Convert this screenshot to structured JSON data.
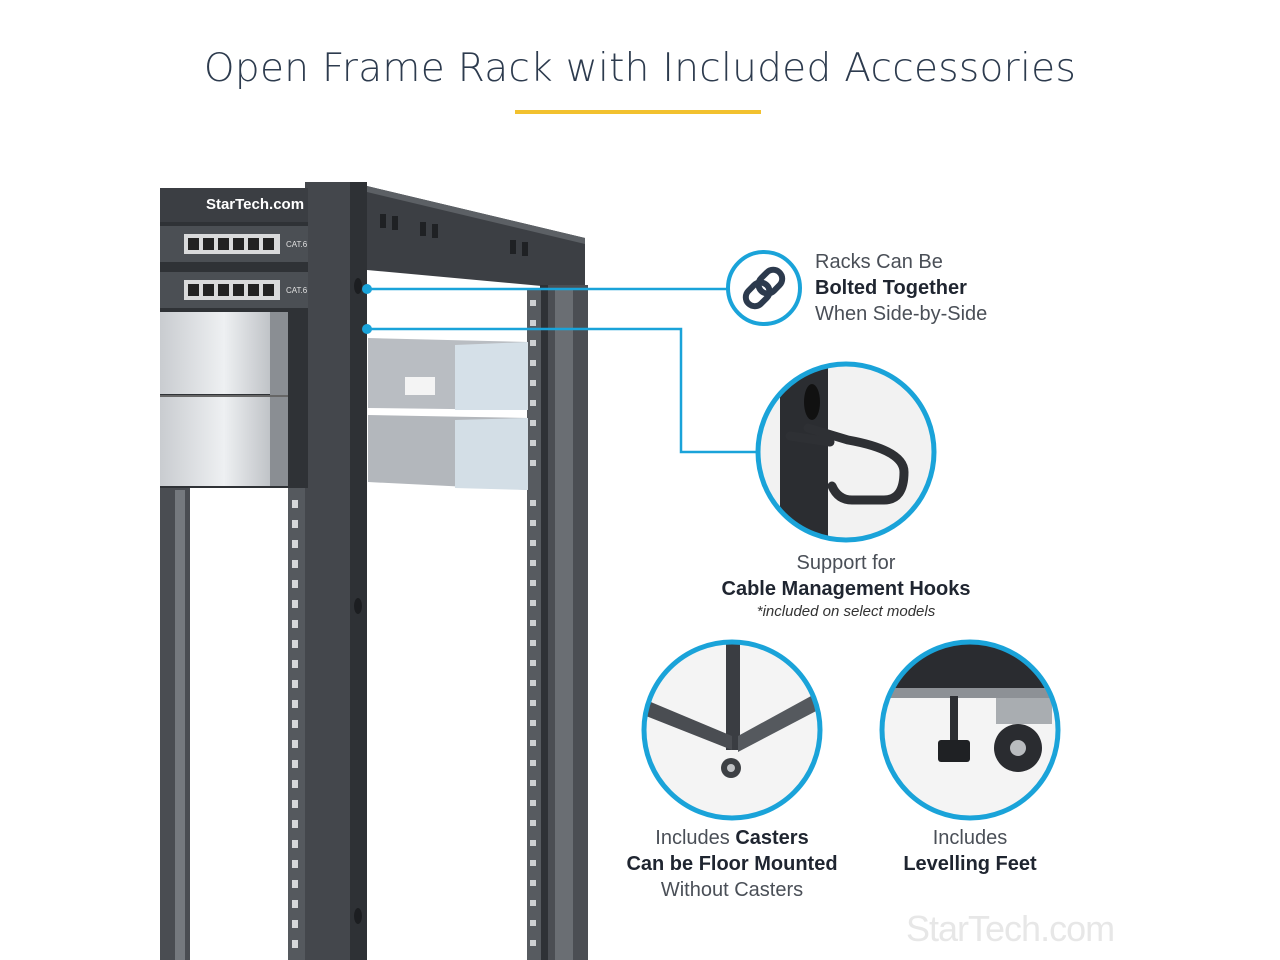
{
  "title": "Open Frame Rack with Included Accessories",
  "brand": "StarTech.com",
  "panel_label": "CAT.6",
  "callouts": {
    "bolted": {
      "line1": "Racks Can Be",
      "line2": "Bolted Together",
      "line3": "When Side-by-Side",
      "icon": "link-icon"
    },
    "hooks": {
      "line1": "Support for",
      "line2": "Cable Management Hooks",
      "note": "*included on select models"
    },
    "casters": {
      "prefix": "Includes ",
      "emph": "Casters",
      "line2": "Can be Floor Mounted",
      "line3": "Without Casters"
    },
    "feet": {
      "line1": "Includes",
      "line2": "Levelling Feet"
    }
  },
  "colors": {
    "accent_blue": "#1aa3d9",
    "underline_yellow": "#f2c12e",
    "rack_dark": "#3a3d42"
  }
}
